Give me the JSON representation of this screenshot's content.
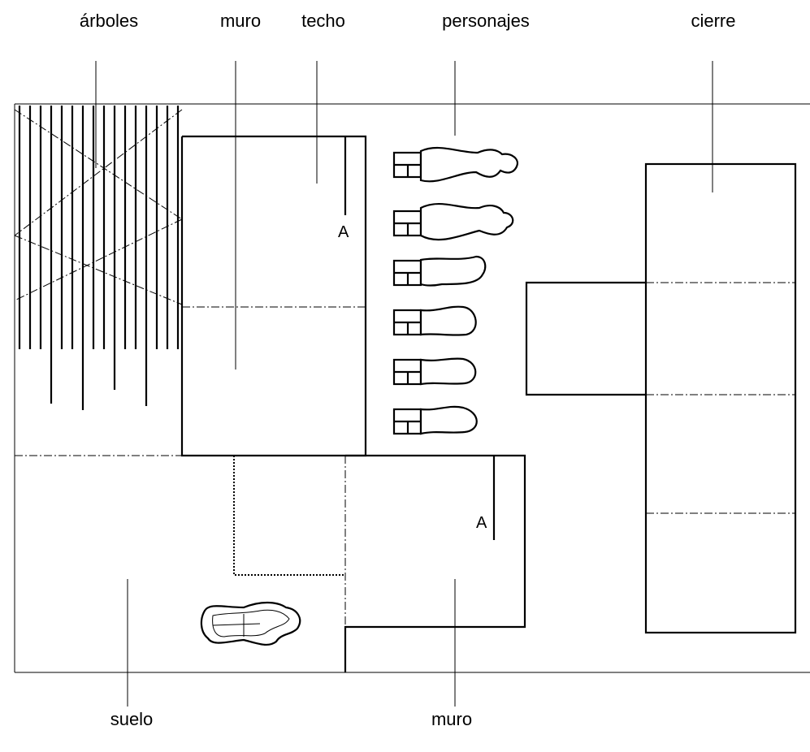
{
  "labels": {
    "arboles": "árboles",
    "muro_top": "muro",
    "techo": "techo",
    "personajes": "personajes",
    "cierre": "cierre",
    "suelo": "suelo",
    "muro_bottom": "muro"
  },
  "marks": {
    "a_upper": "A",
    "a_lower": "A"
  }
}
